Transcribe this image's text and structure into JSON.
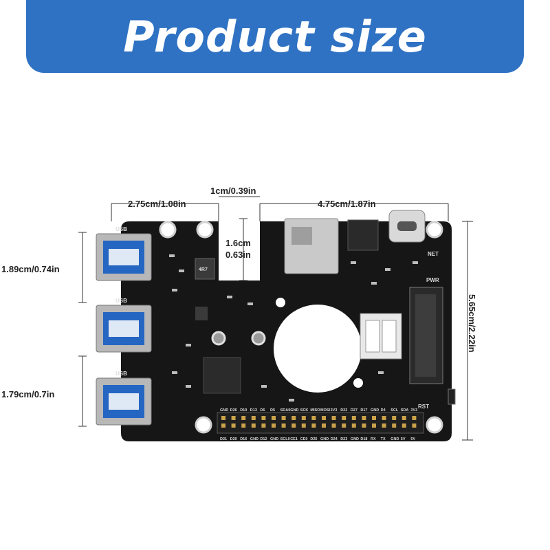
{
  "header": {
    "title": "Product size"
  },
  "dimensions": {
    "width_left": "2.75cm/1.08in",
    "gap": "1cm/0.39in",
    "width_right": "4.75cm/1.87in",
    "notch_height_cm": "1.6cm",
    "notch_height_in": "0.63in",
    "usb_pitch_1": "1.89cm/0.74in",
    "usb_pitch_2": "1.79cm/0.7in",
    "board_height": "5.65cm/2.22in"
  },
  "board_labels": {
    "usb": [
      "USB",
      "USB",
      "USB"
    ],
    "net": "NET",
    "pwr": "PWR",
    "rst": "RST",
    "inductor": "4R7",
    "gpio_top": [
      "GND",
      "D26",
      "D19",
      "D13",
      "D6",
      "D5",
      "SDA0",
      "GND",
      "SCK",
      "MISO",
      "MOSI",
      "3V3",
      "D22",
      "D27",
      "D17",
      "GND",
      "D4",
      "SCL",
      "SDA",
      "3V3"
    ],
    "gpio_bottom": [
      "D21",
      "D20",
      "D16",
      "GND",
      "D12",
      "GND",
      "SCL0",
      "CE1",
      "CE0",
      "D25",
      "GND",
      "D24",
      "D23",
      "GND",
      "D18",
      "RX",
      "TX",
      "GND",
      "5V",
      "5V"
    ]
  },
  "colors": {
    "banner": "#2f72c3",
    "board": "#161616",
    "dimension_line": "#333333"
  }
}
